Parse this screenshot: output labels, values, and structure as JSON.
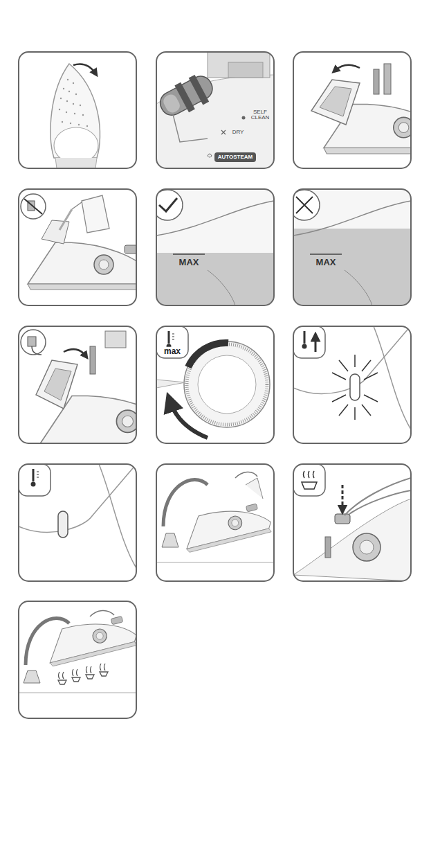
{
  "diagram": {
    "labels": [
      "SELF CLEAN",
      "DRY",
      "AUTOSTEAM",
      "MAX",
      "MAX",
      "max"
    ]
  }
}
